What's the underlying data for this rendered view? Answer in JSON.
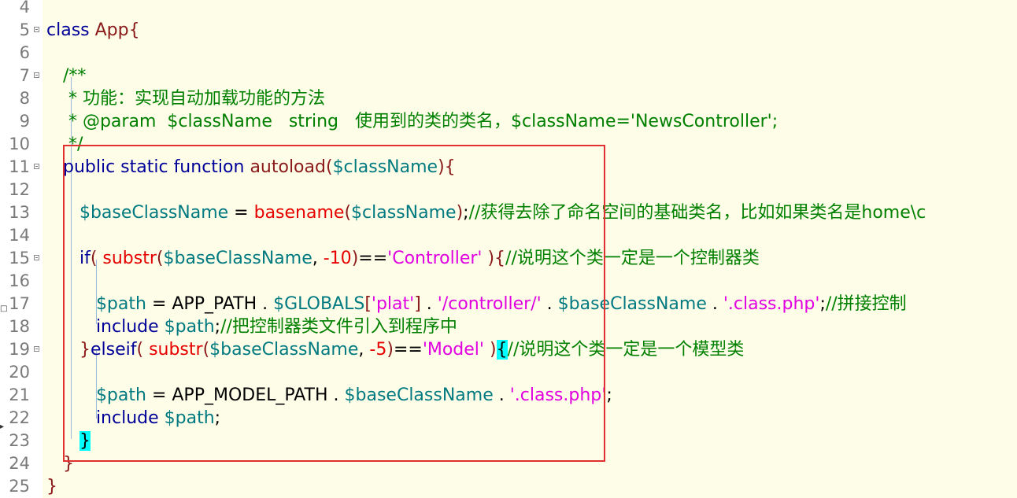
{
  "editor": {
    "lines": [
      {
        "n": "4",
        "fold": false,
        "tokens": []
      },
      {
        "n": "5",
        "fold": true,
        "tokens": [
          [
            "kw",
            "class "
          ],
          [
            "cls",
            "App"
          ],
          [
            "br",
            "{"
          ]
        ]
      },
      {
        "n": "6",
        "fold": false,
        "tokens": []
      },
      {
        "n": "7",
        "fold": true,
        "tokens": [
          [
            "cm",
            "   /**"
          ]
        ]
      },
      {
        "n": "8",
        "fold": false,
        "tokens": [
          [
            "cm",
            "    * 功能：实现自动加载功能的方法"
          ]
        ]
      },
      {
        "n": "9",
        "fold": false,
        "tokens": [
          [
            "cm",
            "    * @param  $className   string   使用到的类的类名，$className='NewsController';"
          ]
        ]
      },
      {
        "n": "10",
        "fold": false,
        "tokens": [
          [
            "cm",
            "    */"
          ]
        ]
      },
      {
        "n": "11",
        "fold": true,
        "tokens": [
          [
            "kw",
            "   public static function "
          ],
          [
            "fn",
            "autoload"
          ],
          [
            "br",
            "("
          ],
          [
            "var",
            "$className"
          ],
          [
            "br",
            "){"
          ]
        ]
      },
      {
        "n": "12",
        "fold": false,
        "tokens": []
      },
      {
        "n": "13",
        "fold": false,
        "tokens": [
          [
            "var",
            "      $baseClassName"
          ],
          [
            "pl",
            " = "
          ],
          [
            "bi",
            "basename"
          ],
          [
            "br",
            "("
          ],
          [
            "var",
            "$className"
          ],
          [
            "br",
            ")"
          ],
          [
            "pl",
            ";"
          ],
          [
            "cm",
            "//获得去除了命名空间的基础类名，比如如果类名是home\\c"
          ]
        ]
      },
      {
        "n": "14",
        "fold": false,
        "tokens": []
      },
      {
        "n": "15",
        "fold": true,
        "tokens": [
          [
            "kw",
            "      if"
          ],
          [
            "br",
            "( "
          ],
          [
            "bi",
            "substr"
          ],
          [
            "br",
            "("
          ],
          [
            "var",
            "$baseClassName"
          ],
          [
            "pl",
            ", "
          ],
          [
            "num",
            "-10"
          ],
          [
            "br",
            ")"
          ],
          [
            "pl",
            "=="
          ],
          [
            "str",
            "'Controller'"
          ],
          [
            "br",
            " ){"
          ],
          [
            "cm",
            "//说明这个类一定是一个控制器类"
          ]
        ]
      },
      {
        "n": "16",
        "fold": false,
        "tokens": []
      },
      {
        "n": "17",
        "fold": false,
        "tokens": [
          [
            "var",
            "         $path"
          ],
          [
            "pl",
            " = APP_PATH . "
          ],
          [
            "var",
            "$GLOBALS"
          ],
          [
            "br",
            "["
          ],
          [
            "str",
            "'plat'"
          ],
          [
            "br",
            "]"
          ],
          [
            "pl",
            " . "
          ],
          [
            "str",
            "'/controller/'"
          ],
          [
            "pl",
            " . "
          ],
          [
            "var",
            "$baseClassName"
          ],
          [
            "pl",
            " . "
          ],
          [
            "str",
            "'.class.php'"
          ],
          [
            "pl",
            ";"
          ],
          [
            "cm",
            "//拼接控制"
          ]
        ]
      },
      {
        "n": "18",
        "fold": false,
        "tokens": [
          [
            "kw",
            "         include "
          ],
          [
            "var",
            "$path"
          ],
          [
            "pl",
            ";"
          ],
          [
            "cm",
            "//把控制器类文件引入到程序中"
          ]
        ]
      },
      {
        "n": "19",
        "fold": true,
        "tokens": [
          [
            "br",
            "      }"
          ],
          [
            "kw",
            "elseif"
          ],
          [
            "br",
            "( "
          ],
          [
            "bi",
            "substr"
          ],
          [
            "br",
            "("
          ],
          [
            "var",
            "$baseClassName"
          ],
          [
            "pl",
            ", "
          ],
          [
            "num",
            "-5"
          ],
          [
            "br",
            ")"
          ],
          [
            "pl",
            "=="
          ],
          [
            "str",
            "'Model'"
          ],
          [
            "br",
            " )"
          ],
          [
            "brhl",
            "{"
          ],
          [
            "cm",
            "//说明这个类一定是一个模型类"
          ]
        ]
      },
      {
        "n": "20",
        "fold": false,
        "tokens": []
      },
      {
        "n": "21",
        "fold": false,
        "tokens": [
          [
            "var",
            "         $path"
          ],
          [
            "pl",
            " = APP_MODEL_PATH . "
          ],
          [
            "var",
            "$baseClassName"
          ],
          [
            "pl",
            " . "
          ],
          [
            "str",
            "'.class.php'"
          ],
          [
            "pl",
            ";"
          ]
        ]
      },
      {
        "n": "22",
        "fold": false,
        "tokens": [
          [
            "kw",
            "         include "
          ],
          [
            "var",
            "$path"
          ],
          [
            "pl",
            ";"
          ]
        ]
      },
      {
        "n": "23",
        "fold": false,
        "tokens": [
          [
            "pl",
            "      "
          ],
          [
            "brhl",
            "}"
          ]
        ]
      },
      {
        "n": "24",
        "fold": false,
        "tokens": [
          [
            "br",
            "   }"
          ]
        ]
      },
      {
        "n": "25",
        "fold": false,
        "tokens": [
          [
            "br",
            "}"
          ]
        ]
      }
    ]
  },
  "colors": {
    "background": "#fefde8",
    "keyword": "#000099",
    "variable": "#007a80",
    "string": "#e000e0",
    "comment": "#008000",
    "builtin": "#e60000",
    "bracket_highlight": "#00ffff",
    "selection_box": "#e03030"
  }
}
